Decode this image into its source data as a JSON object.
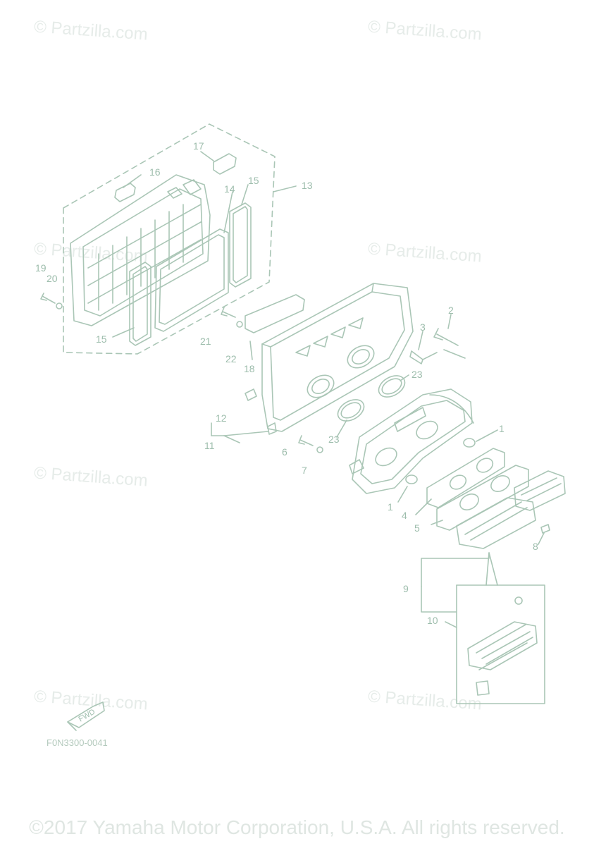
{
  "watermarks": [
    {
      "id": "wm1",
      "text": "© Partzilla.com"
    },
    {
      "id": "wm2",
      "text": "© Partzilla.com"
    },
    {
      "id": "wm3",
      "text": "© Partzilla.com"
    },
    {
      "id": "wm4",
      "text": "© Partzilla.com"
    },
    {
      "id": "wm5",
      "text": "© Partzilla.com"
    },
    {
      "id": "wm6",
      "text": "© Partzilla.com"
    },
    {
      "id": "wm7",
      "text": "© Partzilla.com"
    }
  ],
  "diagram": {
    "colors": {
      "line": "#aac6b6",
      "text": "#9dbdac",
      "watermark": "#e6ece9"
    },
    "callouts": [
      "1",
      "1",
      "2",
      "3",
      "4",
      "5",
      "6",
      "7",
      "8",
      "9",
      "10",
      "11",
      "12",
      "13",
      "14",
      "15",
      "15",
      "16",
      "17",
      "18",
      "19",
      "20",
      "21",
      "22",
      "23",
      "23"
    ],
    "fwd_label": "FWD",
    "diagram_code": "F0N3300-0041"
  },
  "footer": {
    "copyright": "©2017 Yamaha Motor Corporation, U.S.A. All rights reserved."
  }
}
